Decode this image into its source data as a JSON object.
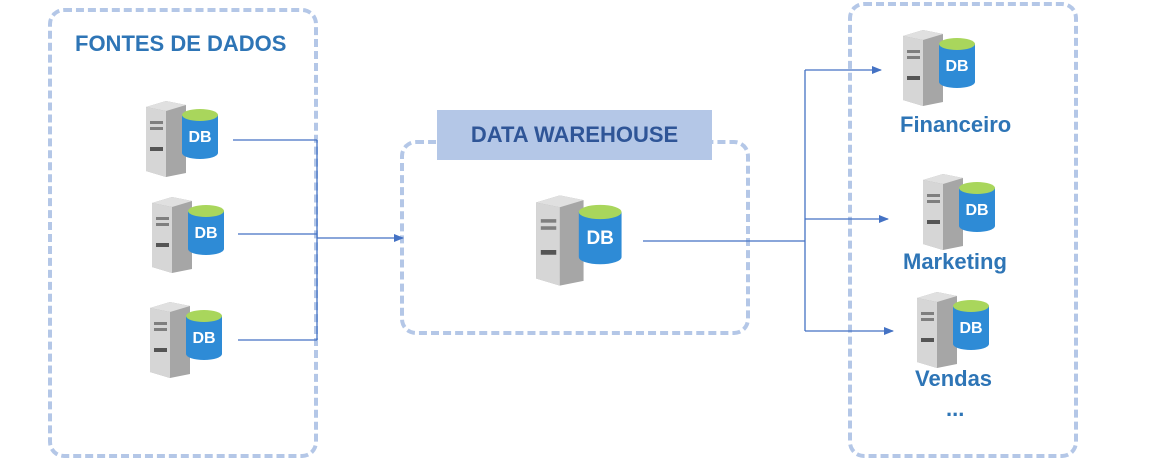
{
  "colors": {
    "dashed_border": "#b4c7e7",
    "title_text": "#2e75b6",
    "dw_label_bg": "#b4c7e7",
    "dw_label_text": "#2f5597",
    "connector": "#4472c4",
    "db_cylinder": "#2e8bd6",
    "db_cap": "#a9d65c",
    "server_body": "#c9c9c9"
  },
  "sources": {
    "title": "FONTES DE DADOS",
    "items": [
      {
        "icon": "database-server-icon",
        "badge": "DB"
      },
      {
        "icon": "database-server-icon",
        "badge": "DB"
      },
      {
        "icon": "database-server-icon",
        "badge": "DB"
      }
    ]
  },
  "warehouse": {
    "title": "DATA WAREHOUSE",
    "icon": "database-server-icon",
    "badge": "DB"
  },
  "marts": {
    "items": [
      {
        "label": "Financeiro",
        "icon": "database-server-icon",
        "badge": "DB"
      },
      {
        "label": "Marketing",
        "icon": "database-server-icon",
        "badge": "DB"
      },
      {
        "label": "Vendas",
        "icon": "database-server-icon",
        "badge": "DB"
      }
    ],
    "more": "..."
  }
}
